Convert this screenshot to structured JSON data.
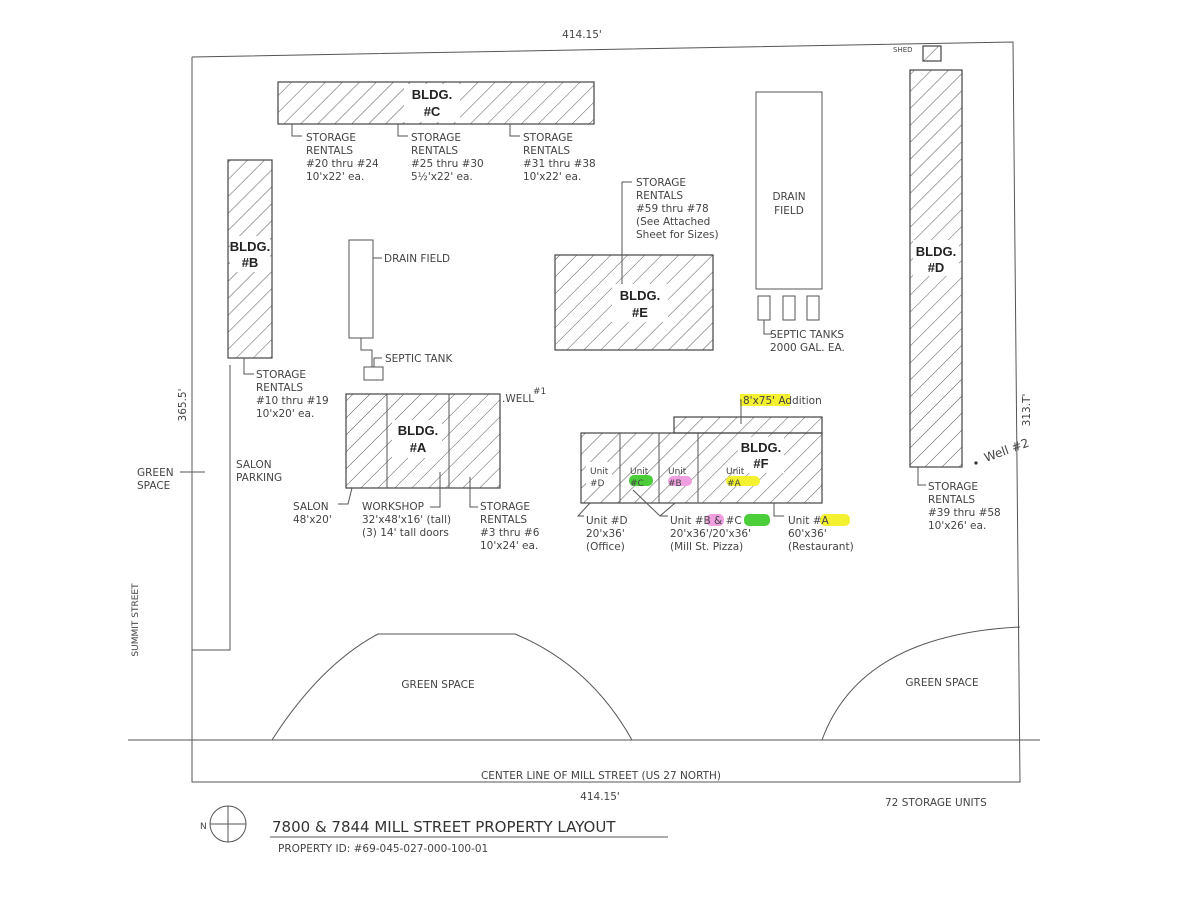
{
  "dimensions": {
    "top": "414.15'",
    "bottom": "414.15'",
    "left": "365.5'",
    "right": "313.T'"
  },
  "buildings": {
    "c": {
      "label": "BLDG.",
      "id": "#C"
    },
    "b": {
      "label": "BLDG.",
      "id": "#B"
    },
    "e": {
      "label": "BLDG.",
      "id": "#E"
    },
    "d": {
      "label": "BLDG.",
      "id": "#D"
    },
    "a": {
      "label": "BLDG.",
      "id": "#A"
    },
    "f": {
      "label": "BLDG.",
      "id": "#F"
    }
  },
  "labels": {
    "shed": "SHED",
    "c1": [
      "STORAGE",
      "RENTALS",
      "#20 thru #24",
      "10'x22' ea."
    ],
    "c2": [
      "STORAGE",
      "RENTALS",
      "#25 thru #30",
      "5½'x22' ea."
    ],
    "c3": [
      "STORAGE",
      "RENTALS",
      "#31 thru #38",
      "10'x22' ea."
    ],
    "e": [
      "STORAGE",
      "RENTALS",
      "#59 thru #78",
      "(See Attached",
      "Sheet for Sizes)"
    ],
    "drain_big": [
      "DRAIN",
      "FIELD"
    ],
    "septic_tanks": [
      "SEPTIC TANKS",
      "2000 GAL. EA."
    ],
    "drain_small": "DRAIN FIELD",
    "septic_tank": "SEPTIC TANK",
    "b": [
      "STORAGE",
      "RENTALS",
      "#10 thru #19",
      "10'x20' ea."
    ],
    "well1": ".WELL",
    "well1_sup": "#1",
    "well2": "Well #2",
    "green_left": [
      "GREEN",
      "SPACE"
    ],
    "salon_parking": [
      "SALON",
      "PARKING"
    ],
    "salon": [
      "SALON",
      "48'x20'"
    ],
    "workshop": [
      "WORKSHOP",
      "32'x48'x16' (tall)",
      "(3) 14' tall doors"
    ],
    "a_storage": [
      "STORAGE",
      "RENTALS",
      "#3 thru #6",
      "10'x24' ea."
    ],
    "addition": "8'x75' Addition",
    "units": [
      "Unit",
      "#D",
      "Unit",
      "#C",
      "Unit",
      "#B",
      "Unit",
      "#A"
    ],
    "unit_d": [
      "Unit #D",
      "20'x36'",
      "(Office)"
    ],
    "unit_bc": [
      "Unit #B & #C",
      "20'x36'/20'x36'",
      "(Mill St. Pizza)"
    ],
    "unit_a": [
      "Unit #A",
      "60'x36'",
      "(Restaurant)"
    ],
    "d": [
      "STORAGE",
      "RENTALS",
      "#39 thru #58",
      "10'x26' ea."
    ],
    "summit": "SUMMIT STREET",
    "green_space": "GREEN SPACE",
    "green_space2": "GREEN SPACE",
    "mill": "CENTER LINE OF MILL STREET (US 27 NORTH)"
  },
  "footer": {
    "north": "N",
    "title": "7800 & 7844 MILL STREET PROPERTY LAYOUT",
    "property_id": "PROPERTY ID: #69-045-027-000-100-01",
    "units_count": "72 STORAGE UNITS"
  },
  "colors": {
    "highlight_yellow": "#f4f230",
    "highlight_green": "#4ccd3a",
    "highlight_pink": "#f0a0e0"
  }
}
